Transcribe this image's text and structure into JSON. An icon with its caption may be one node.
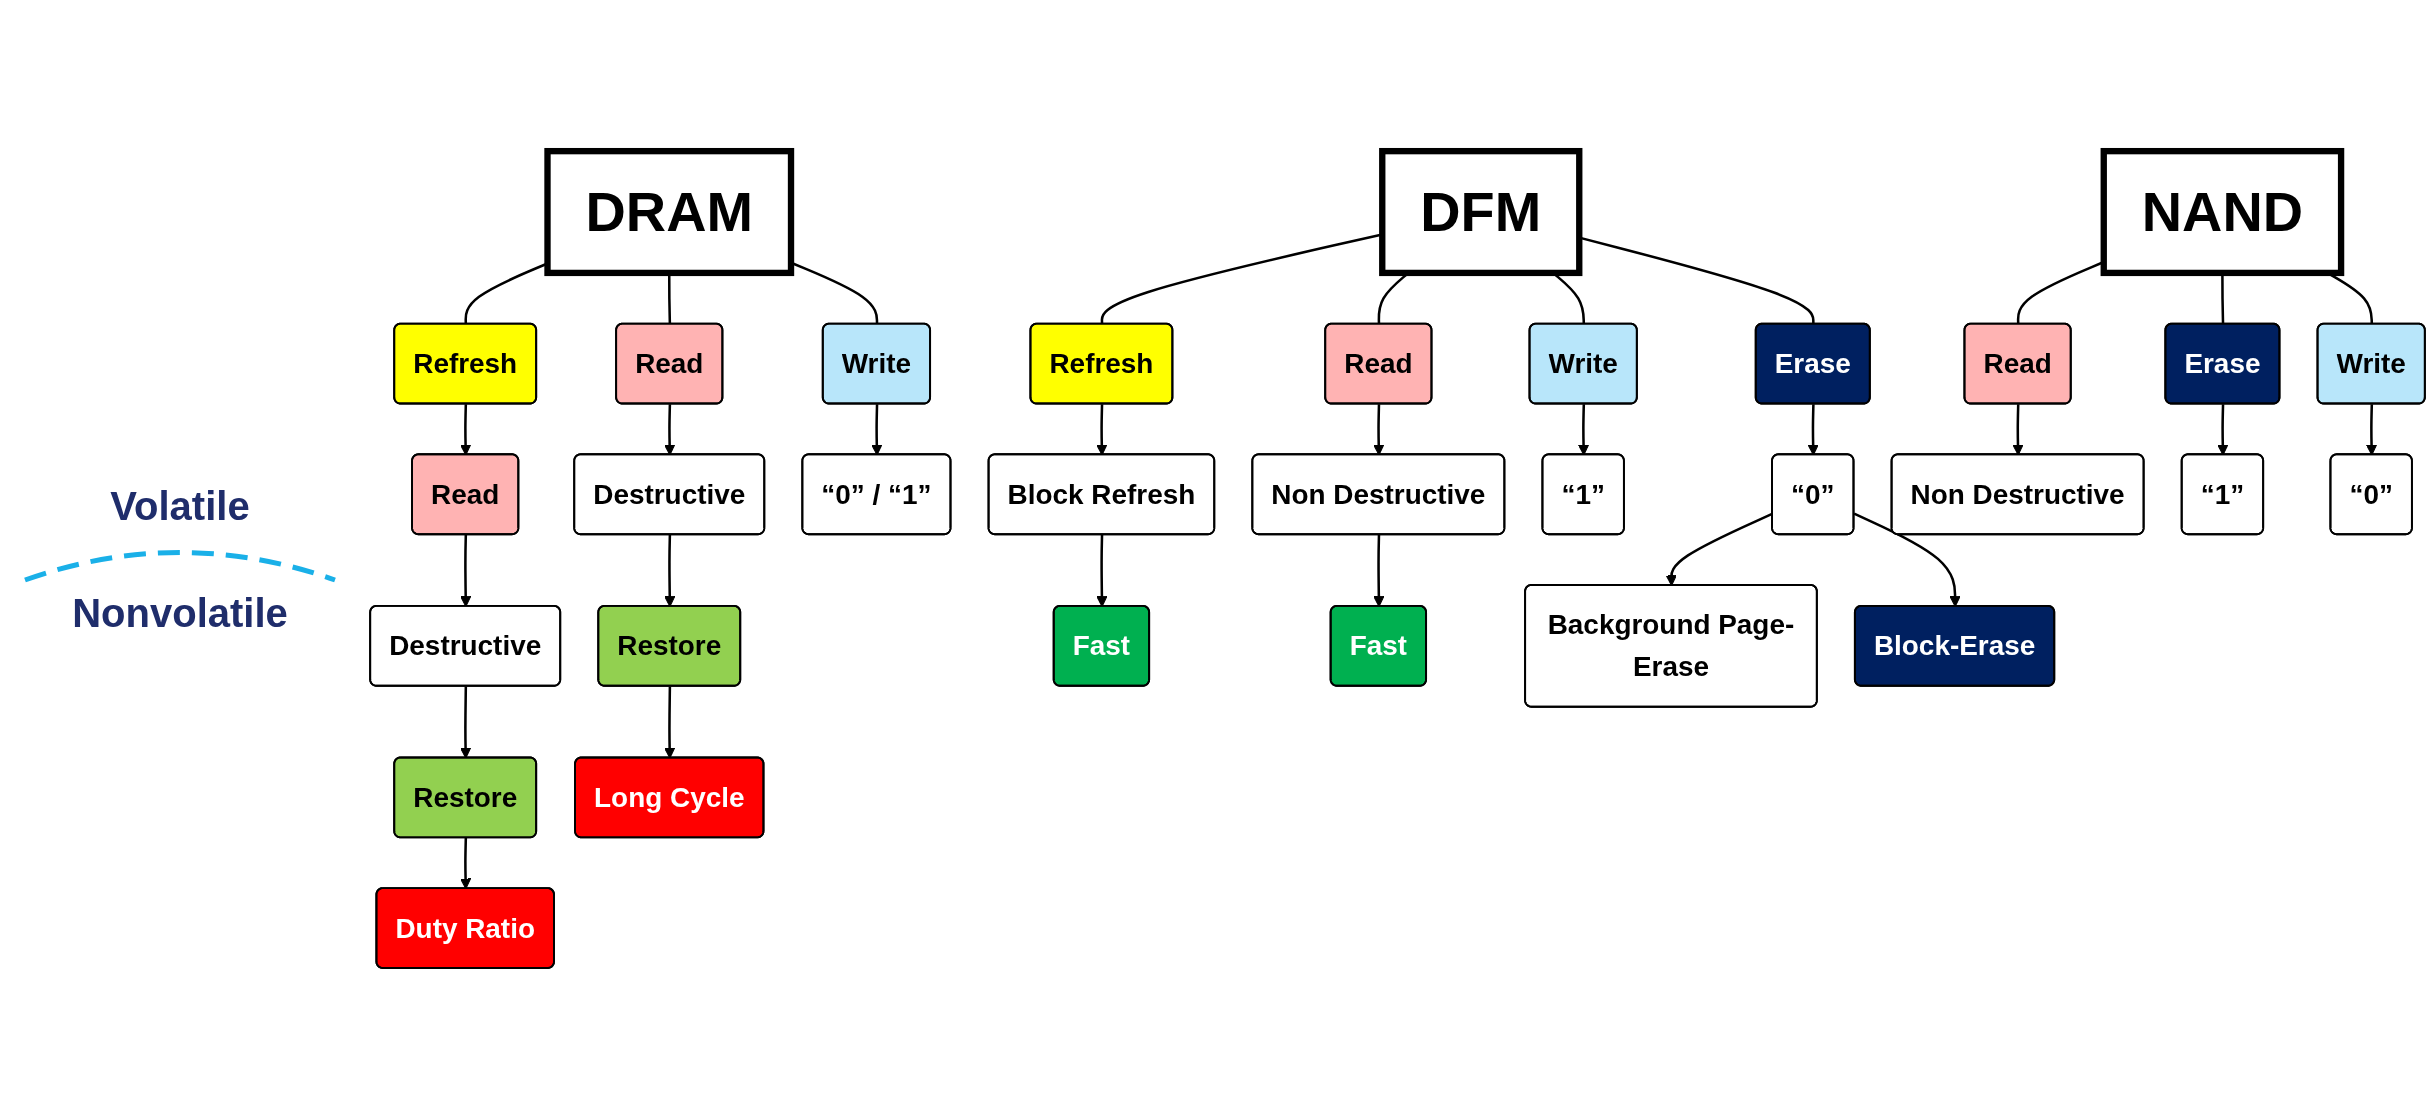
{
  "diagram": {
    "nodes": [
      {
        "text": [
          "DRAM"
        ]
      },
      {
        "text": [
          "Refresh"
        ]
      },
      {
        "text": [
          "Read"
        ]
      },
      {
        "text": [
          "Destructive"
        ]
      },
      {
        "text": [
          "Restore"
        ]
      },
      {
        "text": [
          "Duty Ratio"
        ]
      },
      {
        "text": [
          "Read"
        ]
      },
      {
        "text": [
          "Destructive"
        ]
      },
      {
        "text": [
          "Restore"
        ]
      },
      {
        "text": [
          "Long Cycle"
        ]
      },
      {
        "text": [
          "Write"
        ]
      },
      {
        "text": [
          "“0” / “1”"
        ]
      },
      {
        "text": [
          "DFM"
        ]
      },
      {
        "text": [
          "Refresh"
        ]
      },
      {
        "text": [
          "Block Refresh"
        ]
      },
      {
        "text": [
          "Fast"
        ]
      },
      {
        "text": [
          "Read"
        ]
      },
      {
        "text": [
          "Non Destructive"
        ]
      },
      {
        "text": [
          "Fast"
        ]
      },
      {
        "text": [
          "Write"
        ]
      },
      {
        "text": [
          "“1”"
        ]
      },
      {
        "text": [
          "Erase"
        ]
      },
      {
        "text": [
          "“0”"
        ]
      },
      {
        "text": [
          "Background Page-Erase"
        ]
      },
      {
        "text": [
          "Block-Erase"
        ]
      },
      {
        "text": [
          "NAND"
        ]
      },
      {
        "text": [
          "Read"
        ]
      },
      {
        "text": [
          "Non Destructive"
        ]
      },
      {
        "text": [
          "Erase"
        ]
      },
      {
        "text": [
          "“1”"
        ]
      },
      {
        "text": [
          "Write"
        ]
      },
      {
        "text": [
          "“0”"
        ]
      }
    ],
    "edges": [
      {
        "from": 0,
        "to": 1,
        "arrow": "none"
      },
      {
        "from": 0,
        "to": 6,
        "arrow": "none"
      },
      {
        "from": 0,
        "to": 10,
        "arrow": "none"
      },
      {
        "from": 1,
        "to": 2,
        "arrow": "to"
      },
      {
        "from": 2,
        "to": 3,
        "arrow": "to"
      },
      {
        "from": 3,
        "to": 4,
        "arrow": "to"
      },
      {
        "from": 4,
        "to": 5,
        "arrow": "to"
      },
      {
        "from": 6,
        "to": 7,
        "arrow": "to"
      },
      {
        "from": 7,
        "to": 8,
        "arrow": "to"
      },
      {
        "from": 8,
        "to": 9,
        "arrow": "to"
      },
      {
        "from": 10,
        "to": 11,
        "arrow": "to"
      },
      {
        "from": 12,
        "to": 13,
        "arrow": "none"
      },
      {
        "from": 12,
        "to": 16,
        "arrow": "none"
      },
      {
        "from": 12,
        "to": 19,
        "arrow": "none"
      },
      {
        "from": 12,
        "to": 21,
        "arrow": "none"
      },
      {
        "from": 13,
        "to": 14,
        "arrow": "to"
      },
      {
        "from": 14,
        "to": 15,
        "arrow": "to"
      },
      {
        "from": 16,
        "to": 17,
        "arrow": "to"
      },
      {
        "from": 17,
        "to": 18,
        "arrow": "to"
      },
      {
        "from": 19,
        "to": 20,
        "arrow": "to"
      },
      {
        "from": 21,
        "to": 22,
        "arrow": "to"
      },
      {
        "from": 22,
        "to": 23,
        "arrow": "to"
      },
      {
        "from": 22,
        "to": 24,
        "arrow": "to"
      },
      {
        "from": 25,
        "to": 26,
        "arrow": "none"
      },
      {
        "from": 25,
        "to": 28,
        "arrow": "none"
      },
      {
        "from": 25,
        "to": 30,
        "arrow": "none"
      },
      {
        "from": 26,
        "to": 27,
        "arrow": "to"
      },
      {
        "from": 28,
        "to": 29,
        "arrow": "to"
      },
      {
        "from": 30,
        "to": 31,
        "arrow": "to"
      }
    ],
    "labels": [
      "Volatile",
      "Nonvolatile"
    ]
  }
}
